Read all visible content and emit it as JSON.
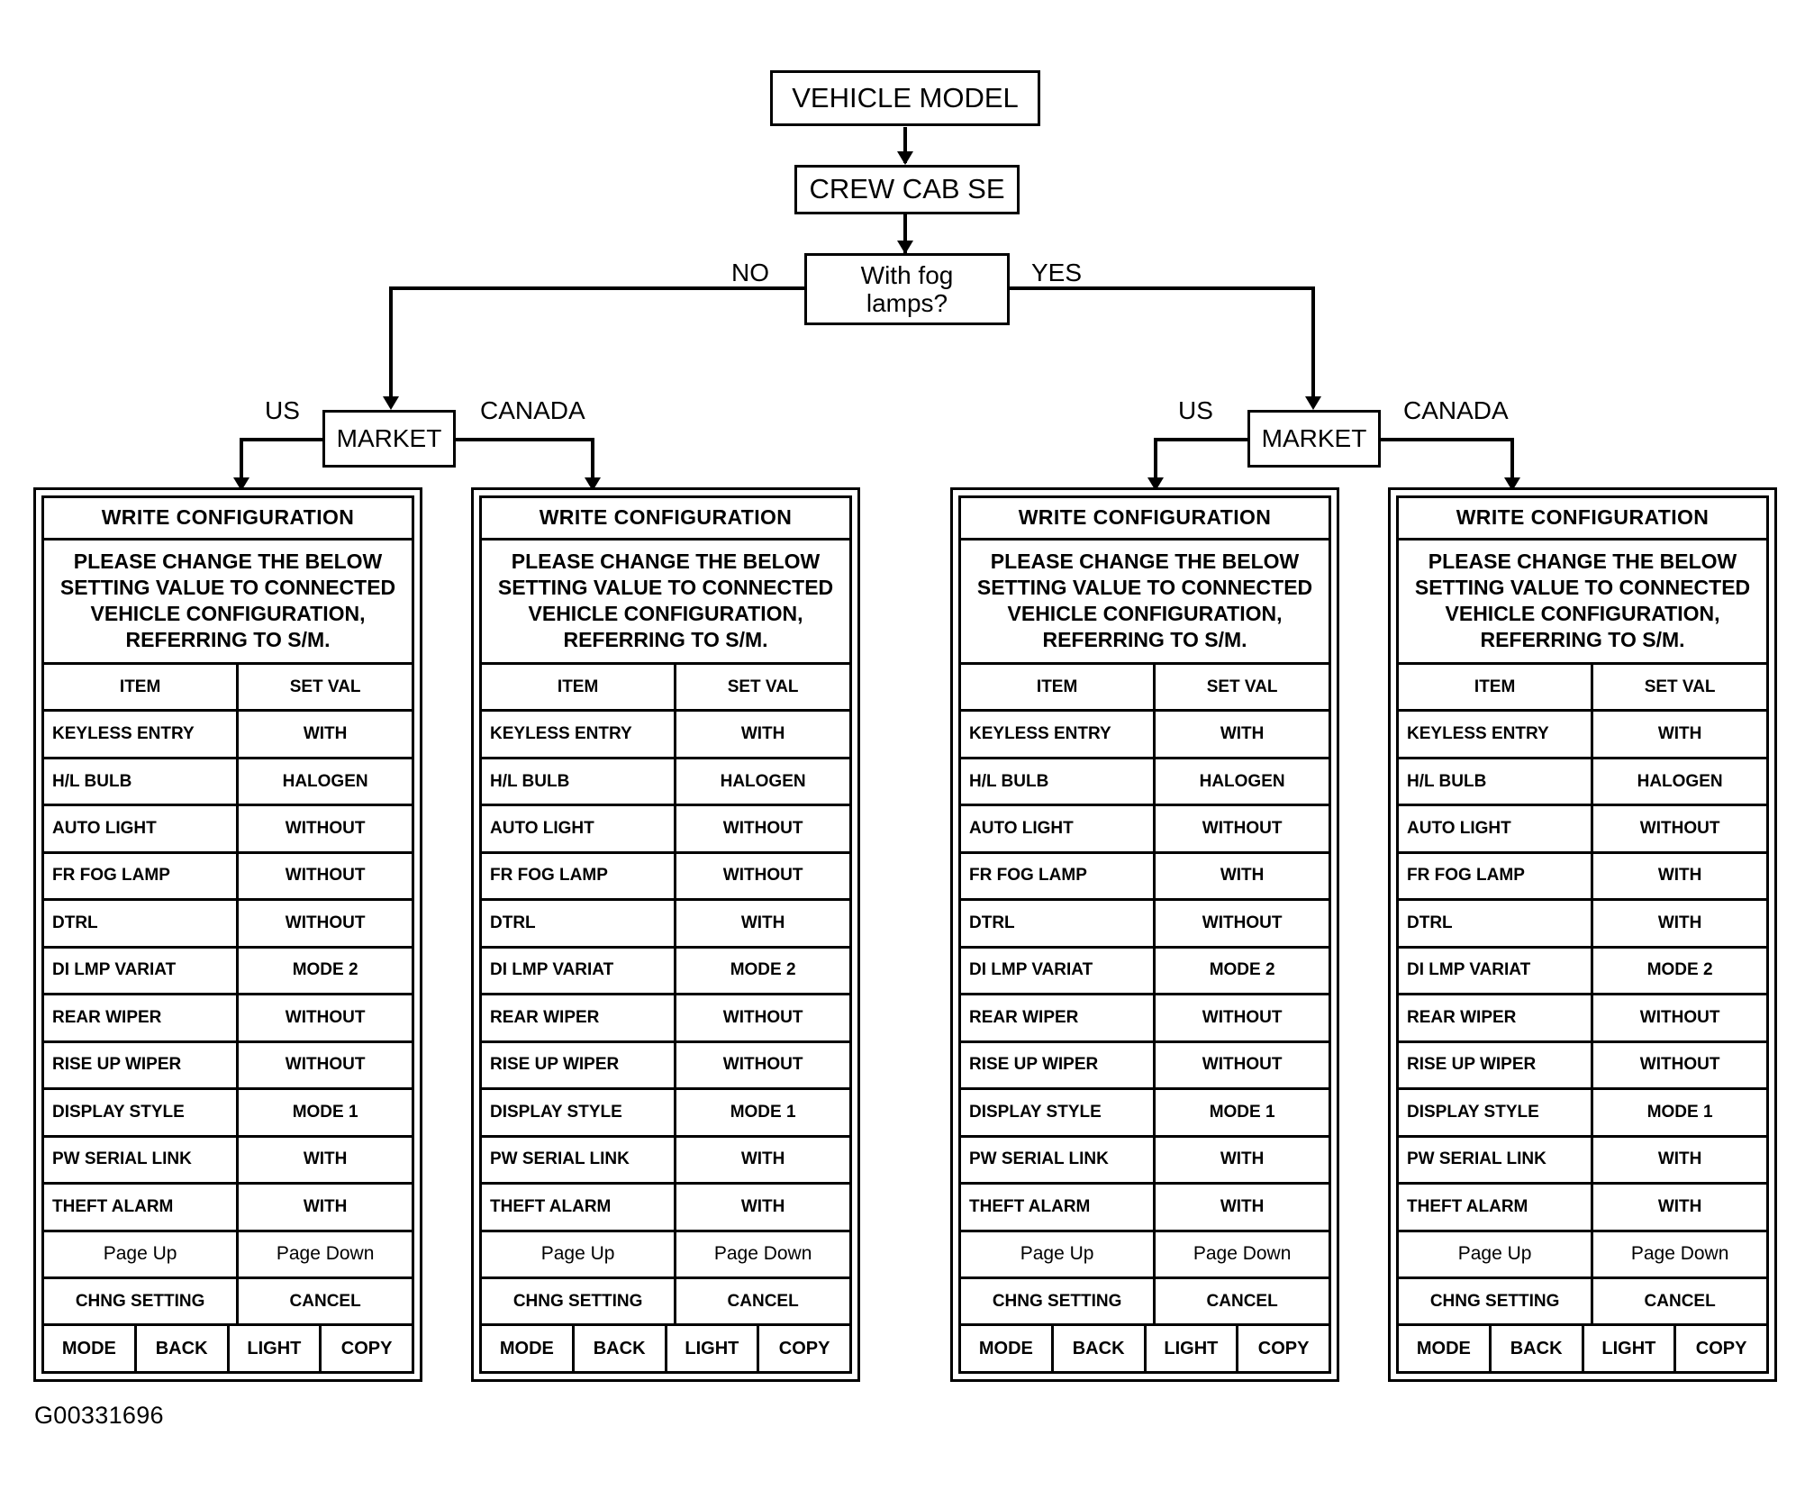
{
  "figure": {
    "caption": "G00331696"
  },
  "flow": {
    "vehicle_model": "VEHICLE MODEL",
    "trim": "CREW CAB SE",
    "decision": "With fog lamps?",
    "decision_line1": "With fog",
    "decision_line2": "lamps?",
    "branch_no": "NO",
    "branch_yes": "YES",
    "market_box": "MARKET",
    "market_us": "US",
    "market_canada": "CANADA"
  },
  "screen": {
    "title": "WRITE CONFIGURATION",
    "message_line1": "PLEASE CHANGE THE BELOW",
    "message_line2": "SETTING VALUE TO CONNECTED",
    "message_line3": "VEHICLE CONFIGURATION,",
    "message_line4": "REFERRING TO S/M.",
    "col_item": "ITEM",
    "col_setval": "SET VAL",
    "page_up": "Page Up",
    "page_down": "Page Down",
    "chng_setting": "CHNG SETTING",
    "cancel": "CANCEL",
    "key_mode": "MODE",
    "key_back": "BACK",
    "key_light": "LIGHT",
    "key_copy": "COPY"
  },
  "items": [
    "KEYLESS ENTRY",
    "H/L BULB",
    "AUTO LIGHT",
    "FR FOG LAMP",
    "DTRL",
    "DI LMP VARIAT",
    "REAR WIPER",
    "RISE UP WIPER",
    "DISPLAY STYLE",
    "PW SERIAL LINK",
    "THEFT ALARM"
  ],
  "panels": [
    {
      "fog_lamps": "NO",
      "market": "US",
      "values": [
        "WITH",
        "HALOGEN",
        "WITHOUT",
        "WITHOUT",
        "WITHOUT",
        "MODE 2",
        "WITHOUT",
        "WITHOUT",
        "MODE 1",
        "WITH",
        "WITH"
      ]
    },
    {
      "fog_lamps": "NO",
      "market": "CANADA",
      "values": [
        "WITH",
        "HALOGEN",
        "WITHOUT",
        "WITHOUT",
        "WITH",
        "MODE 2",
        "WITHOUT",
        "WITHOUT",
        "MODE 1",
        "WITH",
        "WITH"
      ]
    },
    {
      "fog_lamps": "YES",
      "market": "US",
      "values": [
        "WITH",
        "HALOGEN",
        "WITHOUT",
        "WITH",
        "WITHOUT",
        "MODE 2",
        "WITHOUT",
        "WITHOUT",
        "MODE 1",
        "WITH",
        "WITH"
      ]
    },
    {
      "fog_lamps": "YES",
      "market": "CANADA",
      "values": [
        "WITH",
        "HALOGEN",
        "WITHOUT",
        "WITH",
        "WITH",
        "MODE 2",
        "WITHOUT",
        "WITHOUT",
        "MODE 1",
        "WITH",
        "WITH"
      ]
    }
  ]
}
